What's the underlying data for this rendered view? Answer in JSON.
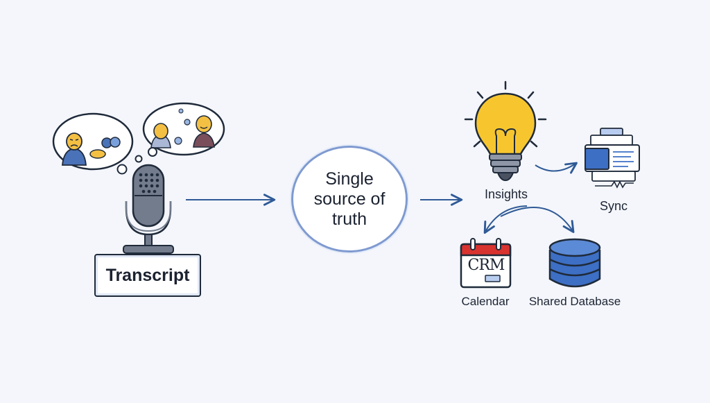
{
  "nodes": {
    "transcript": "Transcript",
    "center": "Single source of truth",
    "insights": "Insights",
    "sync": "Sync",
    "calendar": "Calendar",
    "calendar_badge": "CRM",
    "database": "Shared Database"
  },
  "colors": {
    "background": "#f4f6fb",
    "arrow": "#2f5a96",
    "accent_blue": "#3d6fc4",
    "bulb_yellow": "#f7c62f",
    "calendar_red": "#d9332f",
    "outline": "#1f2a3a"
  }
}
